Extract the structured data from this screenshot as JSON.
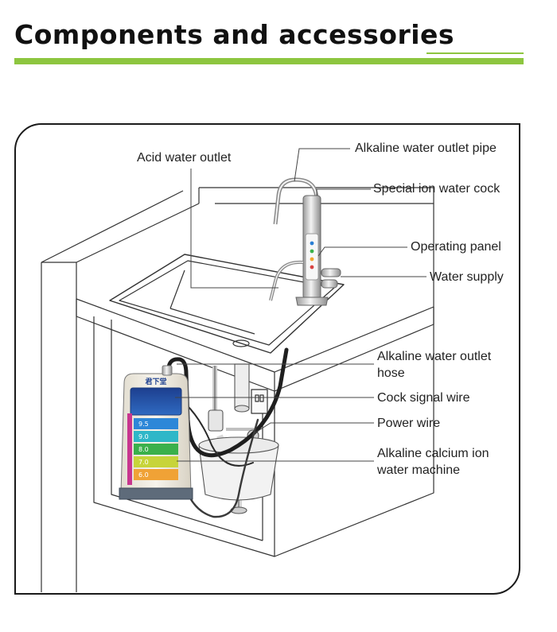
{
  "header": {
    "title": "Components and accessories",
    "accent_color": "#8dc63f"
  },
  "device": {
    "brand_label": "君下堂",
    "ph_readings": [
      "9.5",
      "9.0",
      "8.0",
      "7.0",
      "6.0"
    ]
  },
  "labels": {
    "acid_water_outlet": "Acid water outlet",
    "alkaline_water_outlet_pipe": "Alkaline water outlet pipe",
    "special_ion_water_cock": "Special ion water cock",
    "operating_panel": "Operating panel",
    "water_supply": "Water supply",
    "alkaline_water_outlet_hose": "Alkaline water outlet hose",
    "cock_signal_wire": "Cock signal wire",
    "power_wire": "Power wire",
    "alkaline_calcium_ion_water_machine": "Alkaline calcium ion water machine"
  }
}
